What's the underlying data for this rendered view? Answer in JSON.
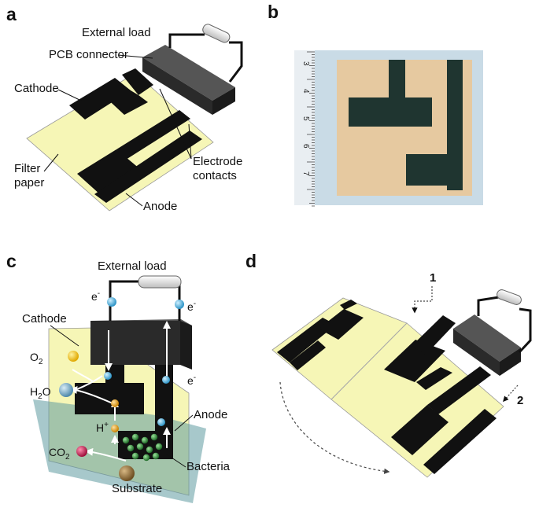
{
  "panels": {
    "a": {
      "label": "a",
      "external_load": "External load",
      "pcb_connector": "PCB connector",
      "cathode": "Cathode",
      "electrode_contacts": [
        "Electrode",
        "contacts"
      ],
      "filter_paper": [
        "Filter",
        "paper"
      ],
      "anode": "Anode"
    },
    "b": {
      "label": "b",
      "ruler_ticks": [
        "3",
        "4",
        "5",
        "6",
        "7"
      ]
    },
    "c": {
      "label": "c",
      "external_load": "External load",
      "electron": "e",
      "electron_sup": "-",
      "cathode": "Cathode",
      "o2": "O",
      "o2_sub": "2",
      "h2o_h": "H",
      "h2o_sub": "2",
      "h2o_o": "O",
      "proton": "H",
      "proton_sup": "+",
      "co2": "CO",
      "co2_sub": "2",
      "anode": "Anode",
      "bacteria": "Bacteria",
      "substrate": "Substrate"
    },
    "d": {
      "label": "d",
      "step1": "1",
      "step2": "2"
    }
  },
  "colors": {
    "paper": "#f6f6b6",
    "electrode": "#111111",
    "connector": "#2e2e2e",
    "photo_paper": "#e6c9a0",
    "photo_bg": "#c9dbe6",
    "solution": "#5f9aa0",
    "electron": "#4fb6e0",
    "oxygen": "#f4c20d",
    "water": "#6aa6c8",
    "proton": "#e0a020",
    "co2": "#c0184a",
    "substrate": "#8a6a3a",
    "bacteria": "#2f8a3a"
  }
}
